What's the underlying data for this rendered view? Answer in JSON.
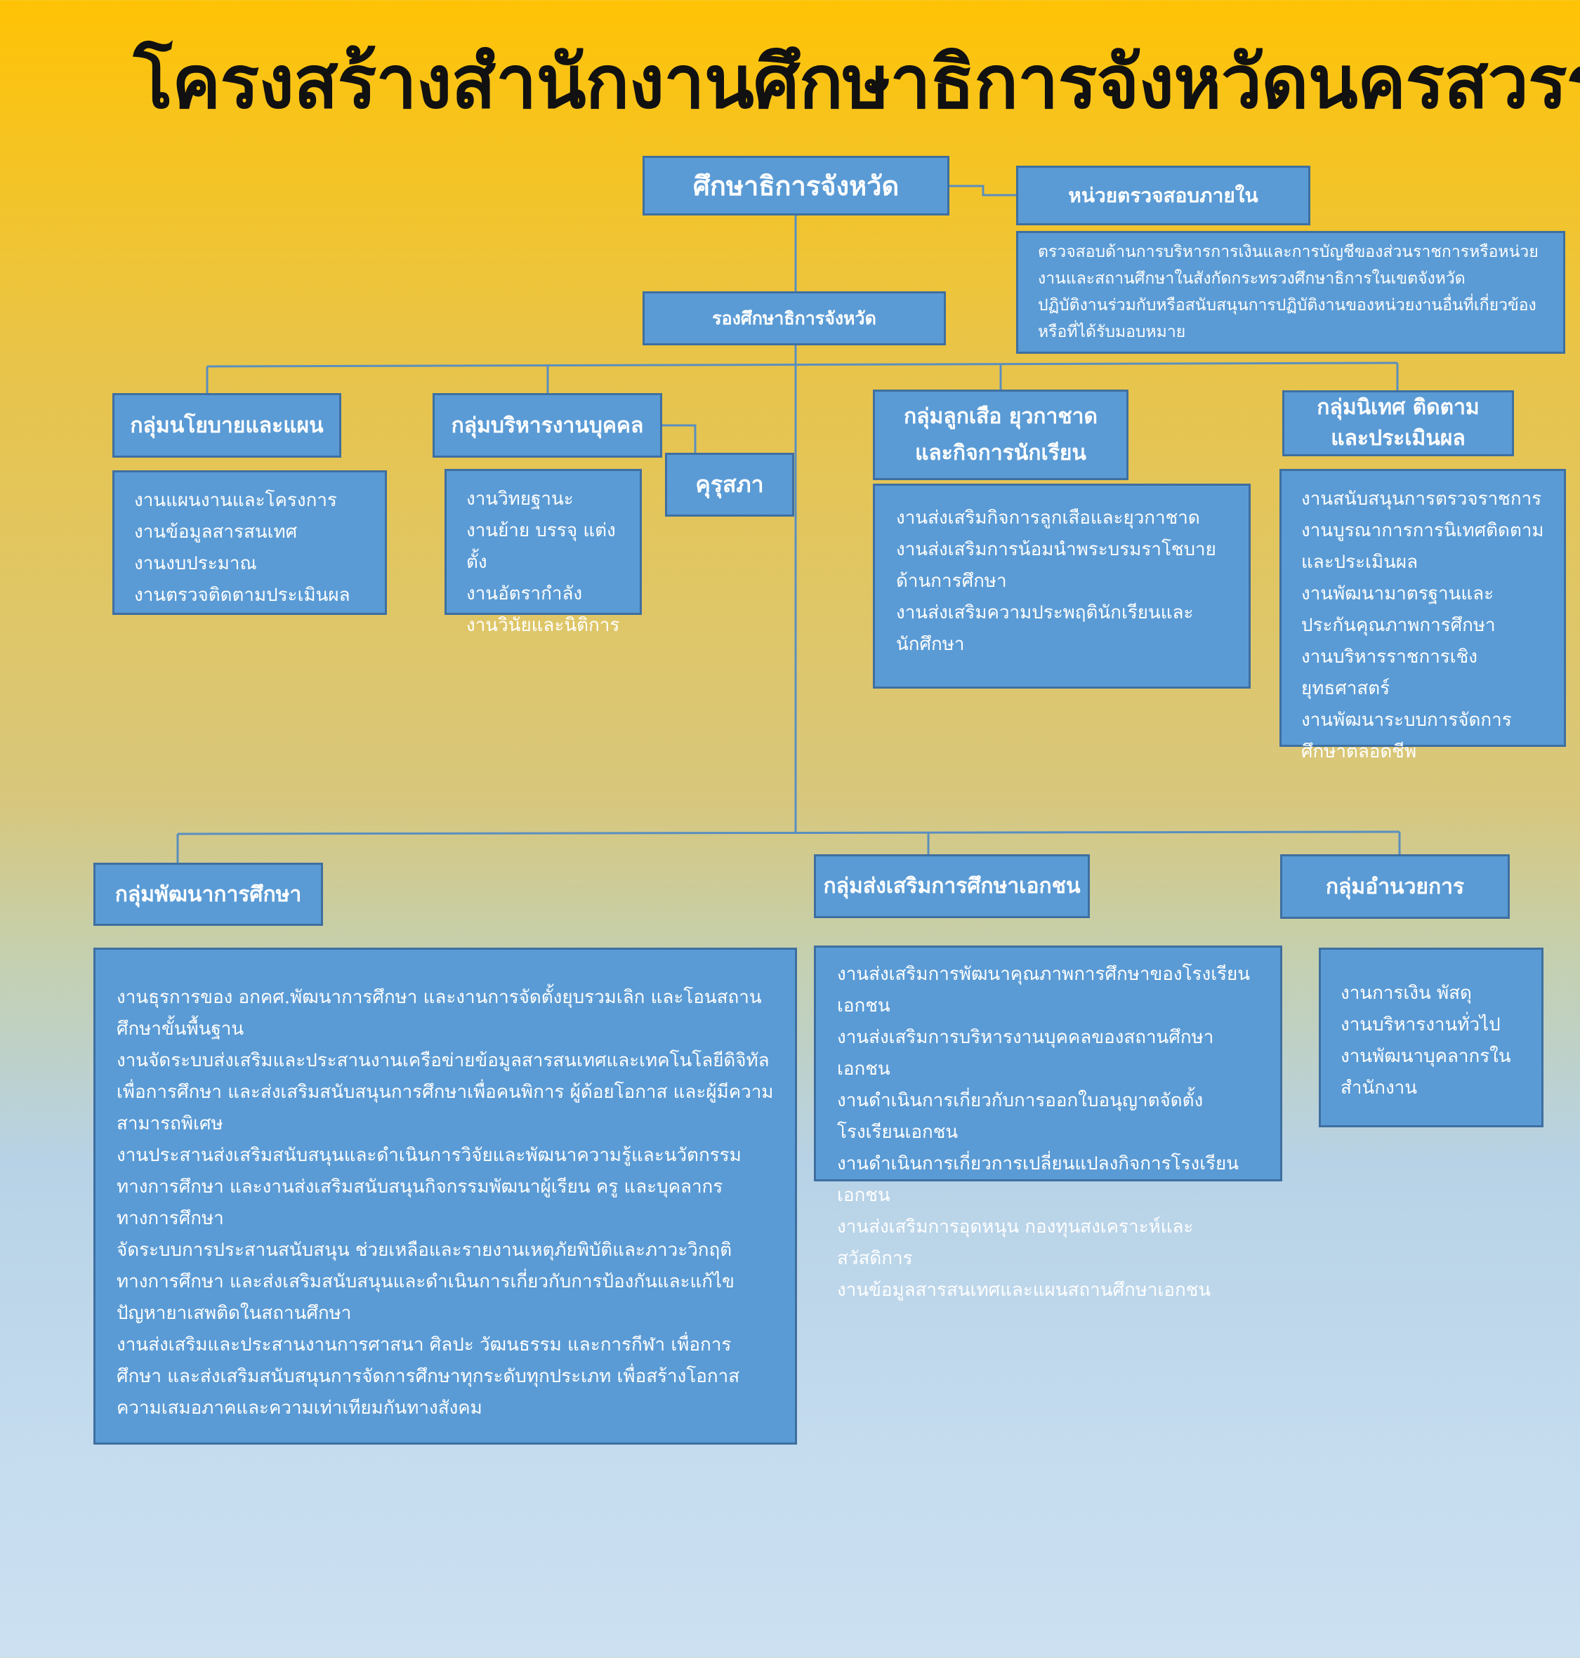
{
  "title": "โครงสร้างสำนักงานศึกษาธิการจังหวัดนครสวรรค์",
  "director": "ศึกษาธิการจังหวัด",
  "audit": {
    "title": "หน่วยตรวจสอบภายใน",
    "items": [
      "ตรวจสอบด้านการบริหารการเงินและการบัญชีของส่วนราชการหรือหน่วยงานและสถานศึกษาในสังกัดกระทรวงศึกษาธิการในเขตจังหวัด",
      "ปฏิบัติงานร่วมกับหรือสนับสนุนการปฏิบัติงานของหน่วยงานอื่นที่เกี่ยวข้องหรือที่ได้รับมอบหมาย"
    ]
  },
  "deputy": "รองศึกษาธิการจังหวัด",
  "teachers_council": "คุรุสภา",
  "policy": {
    "title": "กลุ่มนโยบายและแผน",
    "items": [
      "งานแผนงานและโครงการ",
      "งานข้อมูลสารสนเทศ",
      "งานงบประมาณ",
      "งานตรวจติดตามประเมินผล"
    ]
  },
  "personnel": {
    "title": "กลุ่มบริหารงานบุคคล",
    "items": [
      "งานวิทยฐานะ",
      "งานย้าย บรรจุ แต่งตั้ง",
      "งานอัตรากำลัง",
      "งานวินัยและนิติการ"
    ]
  },
  "scout": {
    "title_line1": "กลุ่มลูกเสือ ยุวกาชาด",
    "title_line2": "และกิจการนักเรียน",
    "items": [
      "งานส่งเสริมกิจการลูกเสือและยุวกาชาด",
      "งานส่งเสริมการน้อมนำพระบรมราโชบายด้านการศึกษา",
      "งานส่งเสริมความประพฤตินักเรียนและนักศึกษา"
    ]
  },
  "supervision": {
    "title_line1": "กลุ่มนิเทศ ติดตาม",
    "title_line2": "และประเมินผล",
    "items": [
      "งานสนับสนุนการตรวจราชการ",
      "งานบูรณาการการนิเทศติดตามและประเมินผล",
      "งานพัฒนามาตรฐานและประกันคุณภาพการศึกษา",
      "งานบริหารราชการเชิงยุทธศาสตร์",
      "งานพัฒนาระบบการจัดการศึกษาตลอดชีพ"
    ]
  },
  "development": {
    "title": "กลุ่มพัฒนาการศึกษา",
    "items": [
      "งานธุรการของ อกคศ.พัฒนาการศึกษา และงานการจัดตั้งยุบรวมเลิก และโอนสถานศึกษาขั้นพื้นฐาน",
      "งานจัดระบบส่งเสริมและประสานงานเครือข่ายข้อมูลสารสนเทศและเทคโนโลยีดิจิทัล เพื่อการศึกษา และส่งเสริมสนับสนุนการศึกษาเพื่อคนพิการ ผู้ด้อยโอกาส และผู้มีความสามารถพิเศษ",
      "งานประสานส่งเสริมสนับสนุนและดำเนินการวิจัยและพัฒนาความรู้และนวัตกรรมทางการศึกษา และงานส่งเสริมสนับสนุนกิจกรรมพัฒนาผู้เรียน ครู และบุคลากรทางการศึกษา",
      "จัดระบบการประสานสนับสนุน ช่วยเหลือและรายงานเหตุภัยพิบัติและภาวะวิกฤติทางการศึกษา และส่งเสริมสนับสนุนและดำเนินการเกี่ยวกับการป้องกันและแก้ไขปัญหายาเสพติดในสถานศึกษา",
      "งานส่งเสริมและประสานงานการศาสนา ศิลปะ วัฒนธรรม และการกีฬา เพื่อการศึกษา และส่งเสริมสนับสนุนการจัดการศึกษาทุกระดับทุกประเภท เพื่อสร้างโอกาสความเสมอภาคและความเท่าเทียมกันทางสังคม"
    ]
  },
  "private_edu": {
    "title": "กลุ่มส่งเสริมการศึกษาเอกชน",
    "items": [
      "งานส่งเสริมการพัฒนาคุณภาพการศึกษาของโรงเรียนเอกชน",
      "งานส่งเสริมการบริหารงานบุคคลของสถานศึกษาเอกชน",
      "งานดำเนินการเกี่ยวกับการออกใบอนุญาตจัดตั้งโรงเรียนเอกชน",
      "งานดำเนินการเกี่ยวการเปลี่ยนแปลงกิจการโรงเรียนเอกชน",
      "งานส่งเสริมการอุดหนุน กองทุนสงเคราะห์และสวัสดิการ",
      "งานข้อมูลสารสนเทศและแผนสถานศึกษาเอกชน"
    ]
  },
  "admin": {
    "title": "กลุ่มอำนวยการ",
    "items": [
      "งานการเงิน พัสดุ",
      "งานบริหารงานทั่วไป",
      "งานพัฒนาบุคลากรในสำนักงาน"
    ]
  },
  "colors": {
    "box": "#5a9bd5",
    "border": "#3f6fa0",
    "line": "#5a8fbf"
  }
}
